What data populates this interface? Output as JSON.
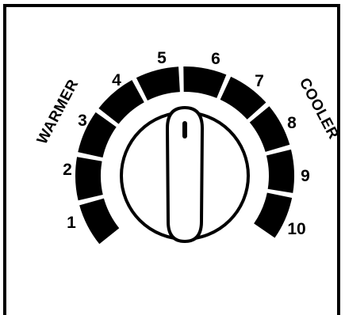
{
  "dial": {
    "scale_labels": [
      "1",
      "2",
      "3",
      "4",
      "5",
      "6",
      "7",
      "8",
      "9",
      "10"
    ],
    "left_label": "WARMER",
    "right_label": "COOLER",
    "knob_position": "5",
    "colors": {
      "ink": "#000000",
      "paper": "#ffffff"
    }
  },
  "icons": {
    "pointer": "knob-indicator-mark"
  }
}
